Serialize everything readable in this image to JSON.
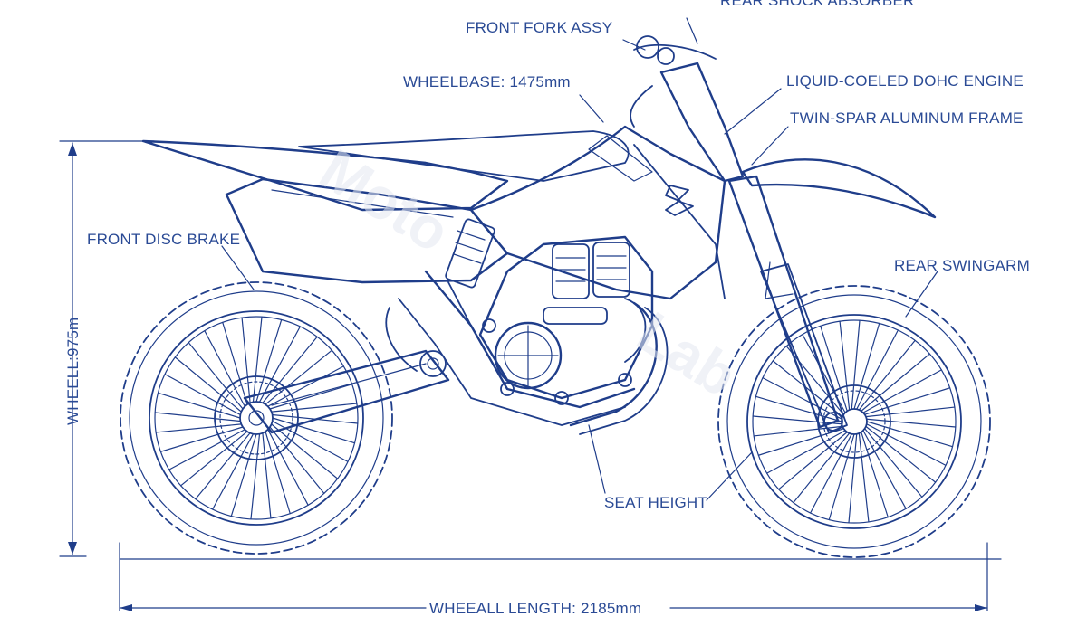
{
  "colors": {
    "ink": "#1f3d8a",
    "label": "#2a4a95",
    "watermark": "#e4e8f2",
    "background": "#ffffff"
  },
  "labels": {
    "rear_shock": "REAR SHOCK ABSORBER",
    "front_fork": "FRONT FORK ASSY",
    "wheelbase": "WHEELBASE: 1475mm",
    "engine": "LIQUID-COELED DOHC ENGINE",
    "frame": "TWIN-SPAR ALUMINUM FRAME",
    "front_brake": "FRONT DISC BRAKE",
    "swingarm": "REAR SWINGARM",
    "seat_height": "SEAT HEIGHT",
    "wheel_height": "WHEELL:975m",
    "overall_length": "WHEEALL LENGTH: 2185mm"
  },
  "watermark": {
    "text_1": "Moto",
    "text_2": "Lab"
  }
}
